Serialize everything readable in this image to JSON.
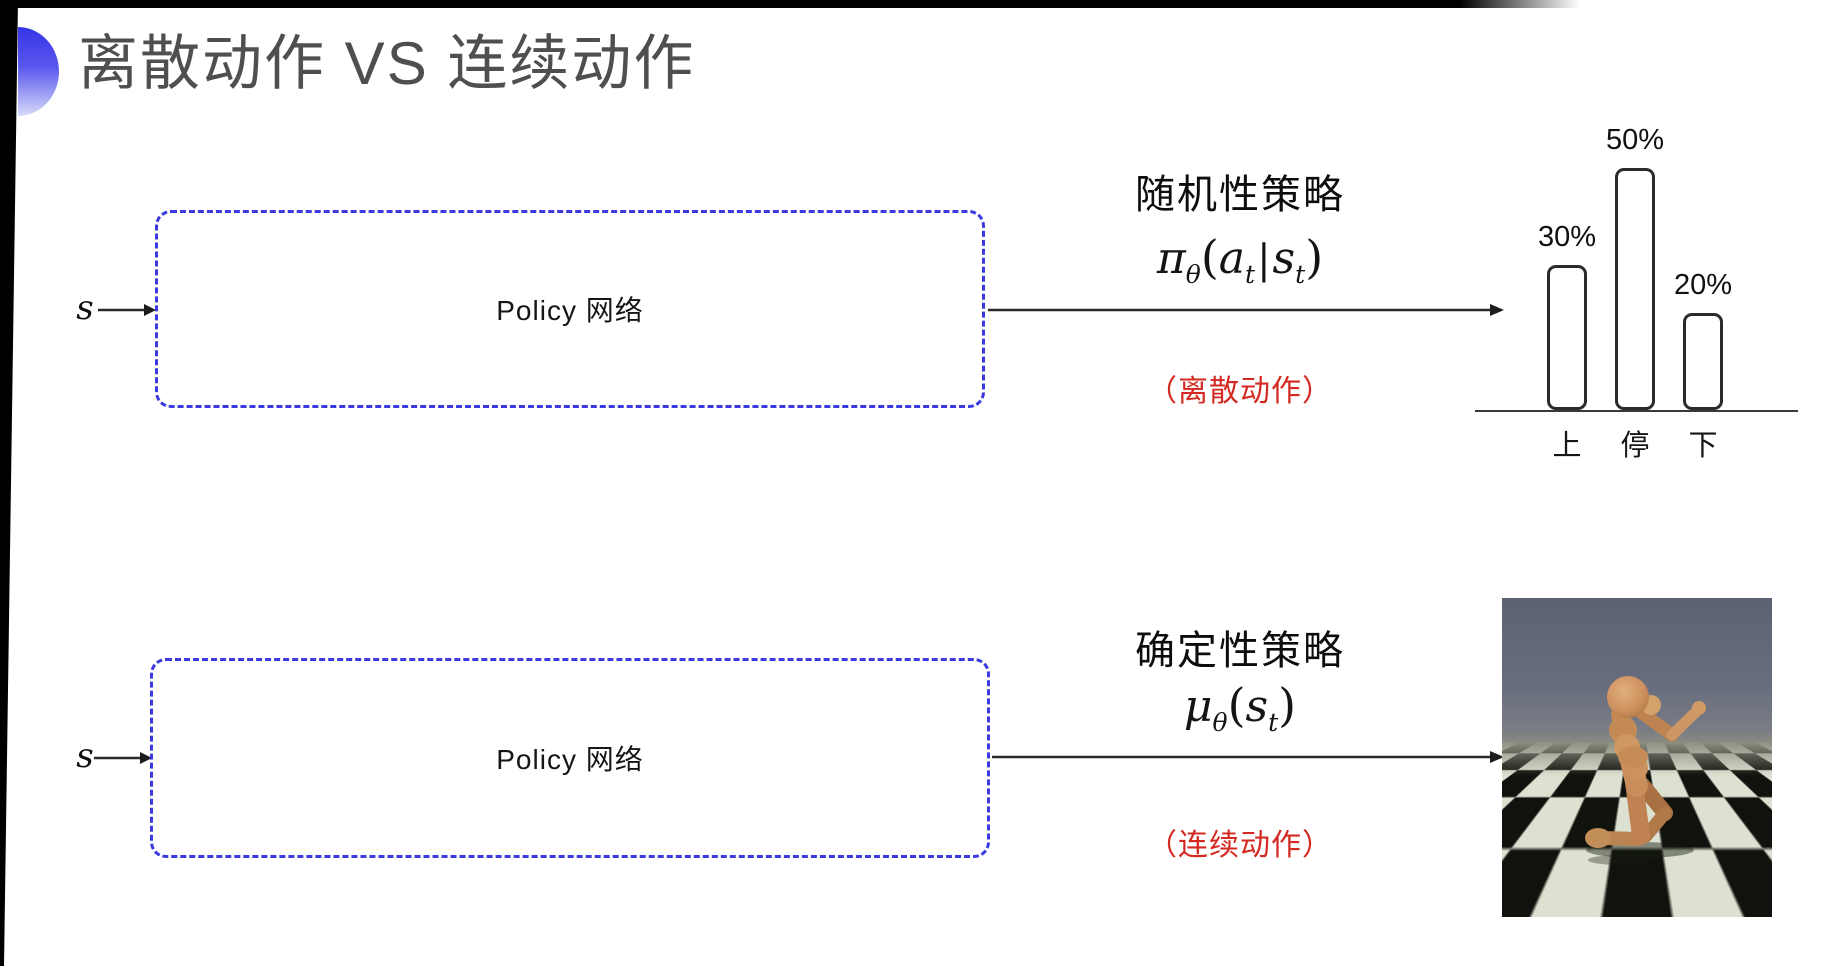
{
  "slide_title": "离散动作 VS 连续动作",
  "top_flow": {
    "state_label": "s",
    "box_label": "Policy 网络",
    "policy_title": "随机性策略",
    "formula": {
      "sym": "π",
      "sym_sub": "θ",
      "lparen": "(",
      "arg1": "a",
      "arg1_sub": "t",
      "sep": "|",
      "arg2": "s",
      "arg2_sub": "t",
      "rparen": ")"
    },
    "action_note": "（离散动作）"
  },
  "bottom_flow": {
    "state_label": "s",
    "box_label": "Policy 网络",
    "policy_title": "确定性策略",
    "formula": {
      "sym": "μ",
      "sym_sub": "θ",
      "lparen": "(",
      "arg1": "s",
      "arg1_sub": "t",
      "rparen": ")"
    },
    "action_note": "（连续动作）"
  },
  "chart_data": {
    "type": "bar",
    "categories": [
      "上",
      "停",
      "下"
    ],
    "values": [
      30,
      50,
      20
    ],
    "value_labels": [
      "30%",
      "50%",
      "20%"
    ],
    "ylim": [
      0,
      100
    ],
    "grid": false,
    "legend": "none",
    "bar_style": "white fill, black rounded outline"
  },
  "colors": {
    "accent_blue": "#3a3ae0",
    "note_red": "#d42920",
    "title_gray": "#4f4f4f",
    "ink": "#141414"
  }
}
